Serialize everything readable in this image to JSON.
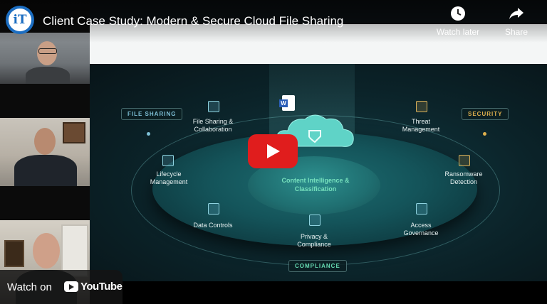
{
  "video": {
    "title": "Client Case Study: Modern & Secure Cloud File Sharing",
    "channel_logo_text": "iT"
  },
  "controls": {
    "watch_later": "Watch later",
    "share": "Share",
    "watch_on": "Watch on",
    "youtube": "YouTube"
  },
  "slide": {
    "tags": {
      "file_sharing": "FILE SHARING",
      "security": "SECURITY",
      "compliance": "COMPLIANCE"
    },
    "center": "Content Intelligence & Classification",
    "items": {
      "file_sharing_collab": "File Sharing & Collaboration",
      "lifecycle": "Lifecycle Management",
      "data_controls": "Data Controls",
      "privacy": "Privacy & Compliance",
      "access": "Access Governance",
      "ransomware": "Ransomware Detection",
      "threat": "Threat Management"
    }
  },
  "colors": {
    "play_red": "#e01d1d",
    "file_sharing_tag": "#7fc1d8",
    "security_tag": "#e0b04d",
    "compliance_tag": "#65d9b0"
  }
}
